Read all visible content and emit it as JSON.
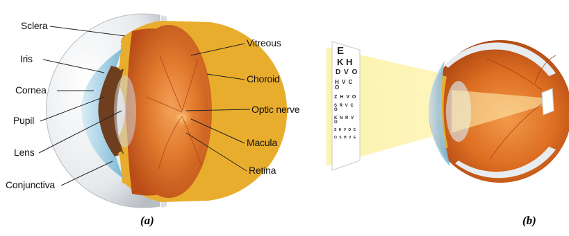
{
  "panel_a": {
    "labels_left": [
      "Sclera",
      "Iris",
      "Cornea",
      "Pupil",
      "Lens",
      "Conjunctiva"
    ],
    "labels_right": [
      "Vitreous",
      "Choroid",
      "Optic nerve",
      "Macula",
      "Retina"
    ],
    "caption": "(a)"
  },
  "panel_b": {
    "eye_chart_lines": [
      "E",
      "K H",
      "D V O",
      "H V C O",
      "Z H V O",
      "S R V C O",
      "K N R V O",
      "S H V D C",
      "O S H V E"
    ],
    "caption": "(b)"
  },
  "colors": {
    "sclera": "#e9ecef",
    "choroid": "#e7a62a",
    "retina": "#d8661d",
    "cornea": "#8ec6df",
    "iris": "#6e3e1e",
    "light_beam": "#fbf3a8"
  }
}
